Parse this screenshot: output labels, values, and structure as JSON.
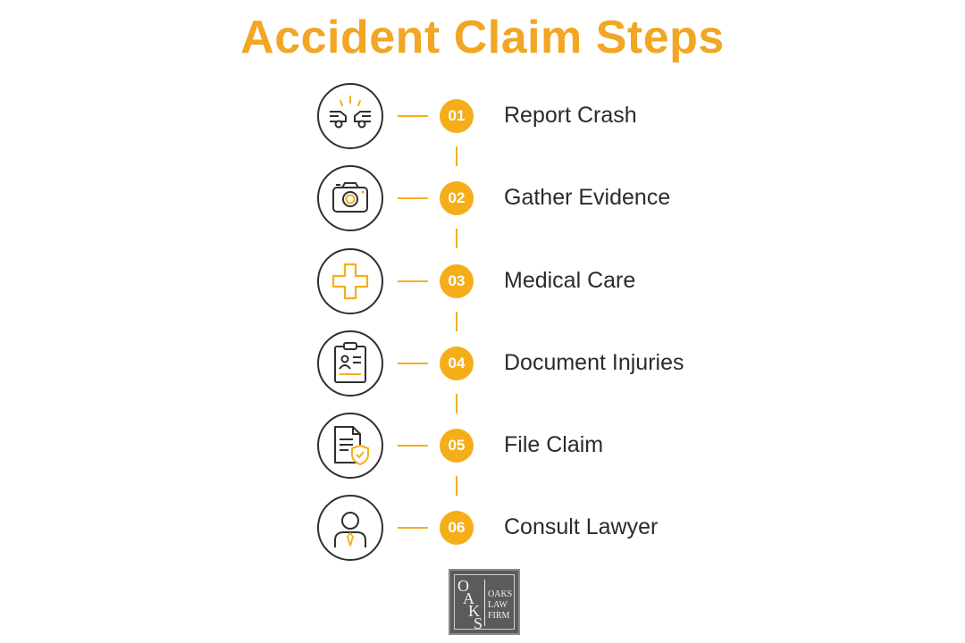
{
  "title": "Accident Claim Steps",
  "colors": {
    "accent": "#F5AE1A",
    "title": "#F2A623",
    "text": "#2B2B2B",
    "outline": "#2F2F2F"
  },
  "steps": [
    {
      "number": "01",
      "label": "Report Crash",
      "icon": "car-crash-icon"
    },
    {
      "number": "02",
      "label": "Gather Evidence",
      "icon": "camera-icon"
    },
    {
      "number": "03",
      "label": "Medical Care",
      "icon": "medical-cross-icon"
    },
    {
      "number": "04",
      "label": "Document Injuries",
      "icon": "clipboard-icon"
    },
    {
      "number": "05",
      "label": "File Claim",
      "icon": "document-shield-icon"
    },
    {
      "number": "06",
      "label": "Consult Lawyer",
      "icon": "lawyer-icon"
    }
  ],
  "logo": {
    "letters": [
      "O",
      "A",
      "K",
      "S"
    ],
    "words": [
      "OAKS",
      "LAW",
      "FIRM"
    ]
  }
}
